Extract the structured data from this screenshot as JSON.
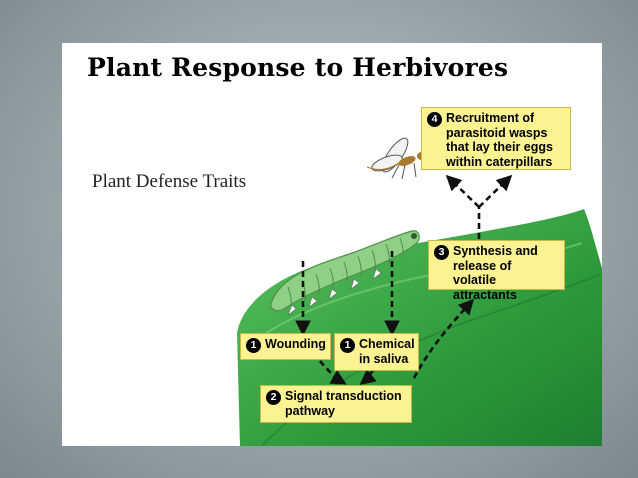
{
  "title": "Plant Response to Herbivores",
  "subtitle": "Plant Defense Traits",
  "steps": {
    "recruitment": {
      "num": "4",
      "text": "Recruitment of\nparasitoid wasps\nthat lay their eggs\nwithin caterpillars"
    },
    "synthesis": {
      "num": "3",
      "text": "Synthesis and\nrelease of\nvolatile attractants"
    },
    "wounding": {
      "num": "1",
      "text": "Wounding"
    },
    "chemical": {
      "num": "1",
      "text": "Chemical\nin saliva"
    },
    "signal": {
      "num": "2",
      "text": "Signal transduction\npathway"
    }
  },
  "colors": {
    "leaf": "#2e9a3c",
    "leaf_light": "#49b552",
    "box": "#fbf392",
    "caterpillar": "#8fcf86"
  }
}
